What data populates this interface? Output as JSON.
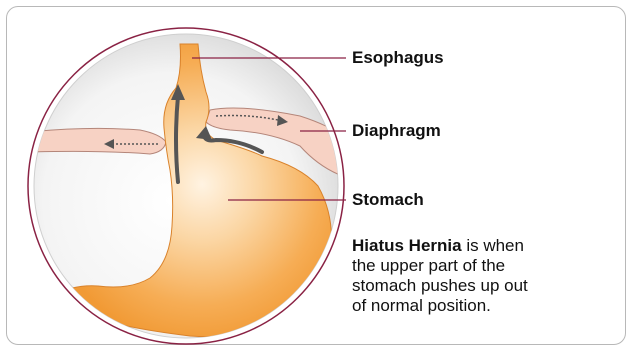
{
  "labels": {
    "esophagus": "Esophagus",
    "diaphragm": "Diaphragm",
    "stomach": "Stomach"
  },
  "caption": {
    "term": "Hiatus Hernia",
    "line1_rest": " is when",
    "line2": "the upper part of the",
    "line3": "stomach pushes up out",
    "line4": "of normal position."
  },
  "colors": {
    "stomach_fill": "#f6a84a",
    "stomach_highlight": "#fde9cc",
    "diaphragm_fill": "#f7d2c4",
    "circle_rim": "#8a2244",
    "leader_line": "#8a2244",
    "arrow": "#555555",
    "card_border": "#b8b8b8"
  }
}
